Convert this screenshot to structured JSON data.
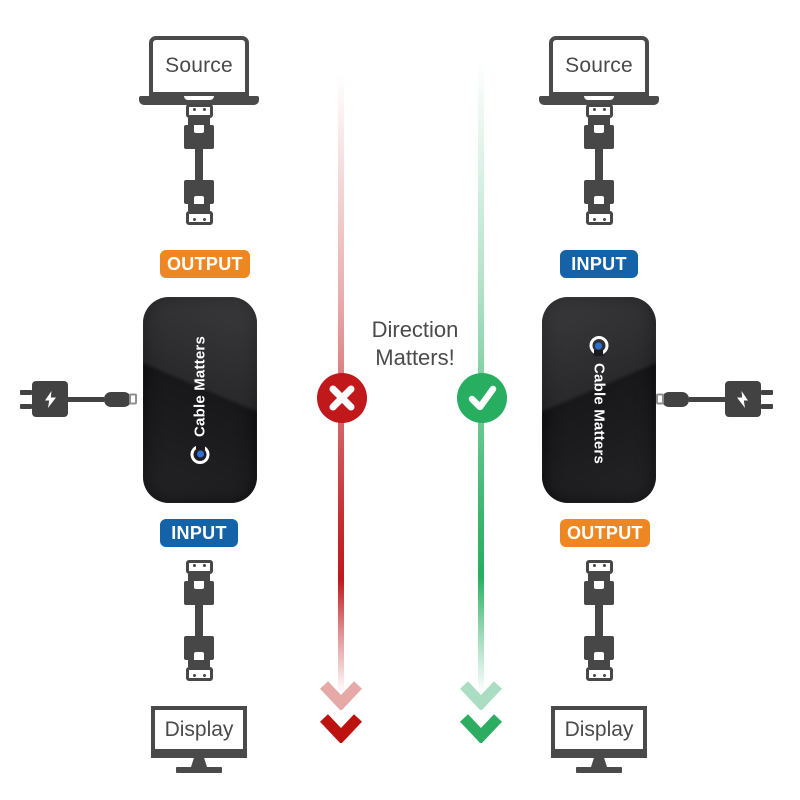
{
  "heading": {
    "line1": "Direction",
    "line2": "Matters!"
  },
  "verdict_icons": {
    "wrong": "x-circle",
    "correct": "check-circle"
  },
  "left_column": {
    "source_label": "Source",
    "top_badge": "OUTPUT",
    "bottom_badge": "INPUT",
    "device_brand": "Cable Matters",
    "display_label": "Display"
  },
  "right_column": {
    "source_label": "Source",
    "top_badge": "INPUT",
    "bottom_badge": "OUTPUT",
    "device_brand": "Cable Matters",
    "display_label": "Display"
  },
  "colors": {
    "output_badge_orange": "#EE8722",
    "input_badge_blue": "#1463A8",
    "wrong_red": "#C0181B",
    "correct_green": "#27AE60",
    "icon_gray": "#4A4A4A",
    "heading_text": "#4B4B4B",
    "device_led_blue": "#2E6FD6"
  }
}
